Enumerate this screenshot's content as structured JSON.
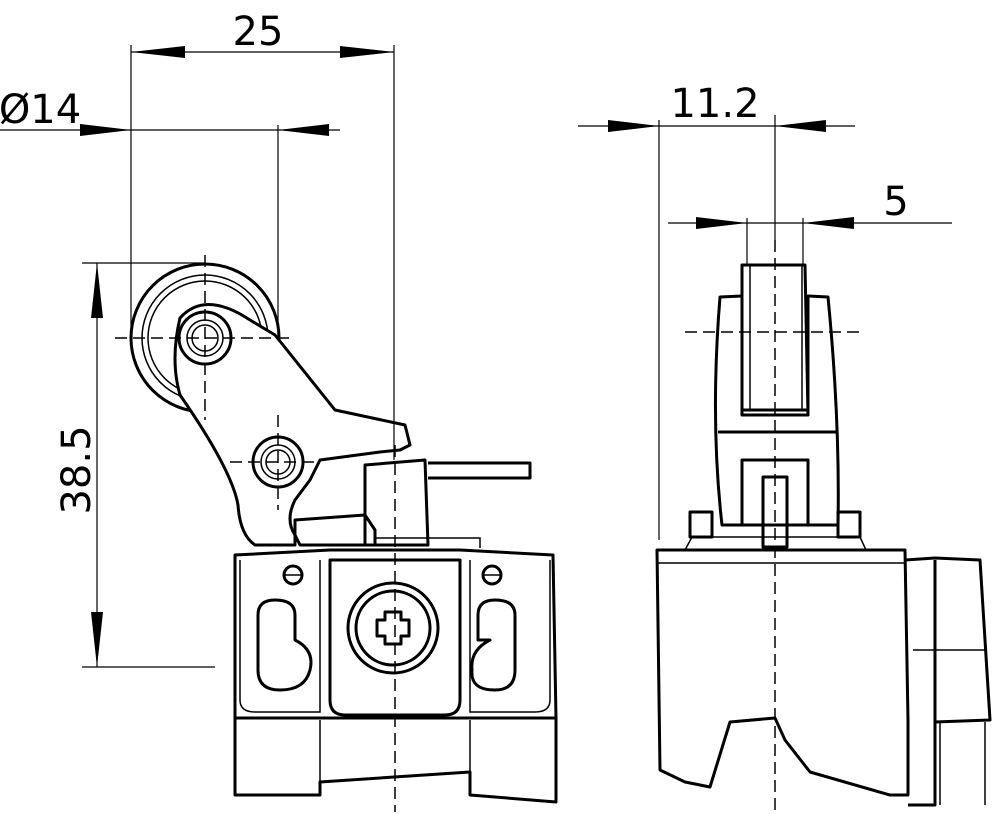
{
  "dimensions": {
    "lever_length": "25",
    "roller_diameter": "Ø14",
    "height": "38.5",
    "side_offset": "11.2",
    "roller_width": "5"
  },
  "colors": {
    "line": "#000000",
    "background": "#ffffff"
  }
}
